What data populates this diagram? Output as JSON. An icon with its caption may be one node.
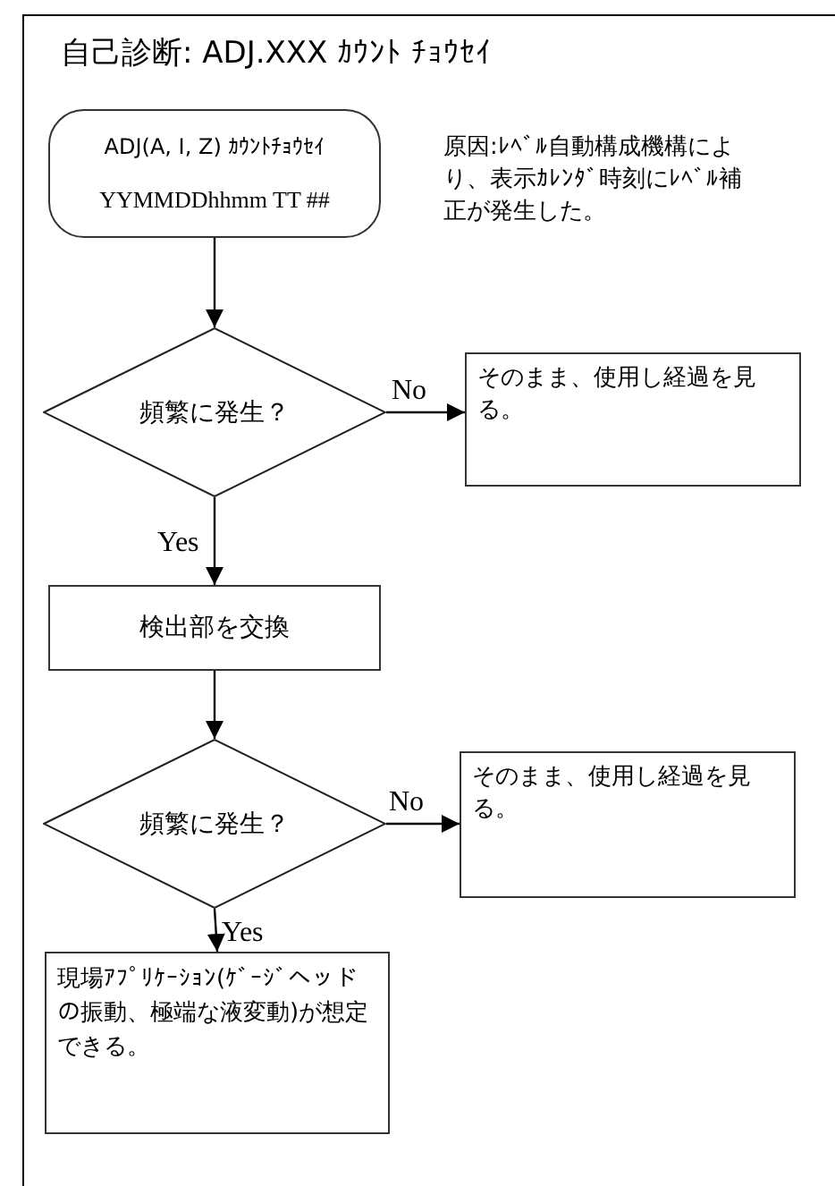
{
  "diagram": {
    "title": "自己診断: ADJ.XXX ｶｳﾝﾄ ﾁｮｳｾｲ",
    "nodes": [
      {
        "text": [
          "ADJ(A, I, Z) ｶｳﾝﾄﾁｮｳｾｲ",
          "YYMMDDhhmm TT ##"
        ]
      },
      {
        "text": [
          "頻繁に発生？"
        ]
      },
      {
        "text": [
          "そのまま、使用し経過を見る。"
        ]
      },
      {
        "text": [
          "検出部を交換"
        ]
      },
      {
        "text": [
          "頻繁に発生？"
        ]
      },
      {
        "text": [
          "そのまま、使用し経過を見る。"
        ]
      },
      {
        "text": [
          "現場ｱﾌﾟﾘｹｰｼｮﾝ(ｹﾞｰｼﾞヘッドの振動、極端な液変動)が想定できる。"
        ]
      }
    ],
    "edges": [
      {
        "from": 0,
        "to": 1,
        "arrow": "to"
      },
      {
        "from": 1,
        "to": 2,
        "arrow": "to",
        "label": "No"
      },
      {
        "from": 1,
        "to": 3,
        "arrow": "to",
        "label": "Yes"
      },
      {
        "from": 3,
        "to": 4,
        "arrow": "to"
      },
      {
        "from": 4,
        "to": 5,
        "arrow": "to",
        "label": "No"
      },
      {
        "from": 4,
        "to": 6,
        "arrow": "to",
        "label": "Yes"
      }
    ],
    "labels": [
      "原因:ﾚﾍﾞﾙ自動構成機構により、表示ｶﾚﾝﾀﾞ時刻にﾚﾍﾞﾙ補正が発生した。"
    ]
  }
}
